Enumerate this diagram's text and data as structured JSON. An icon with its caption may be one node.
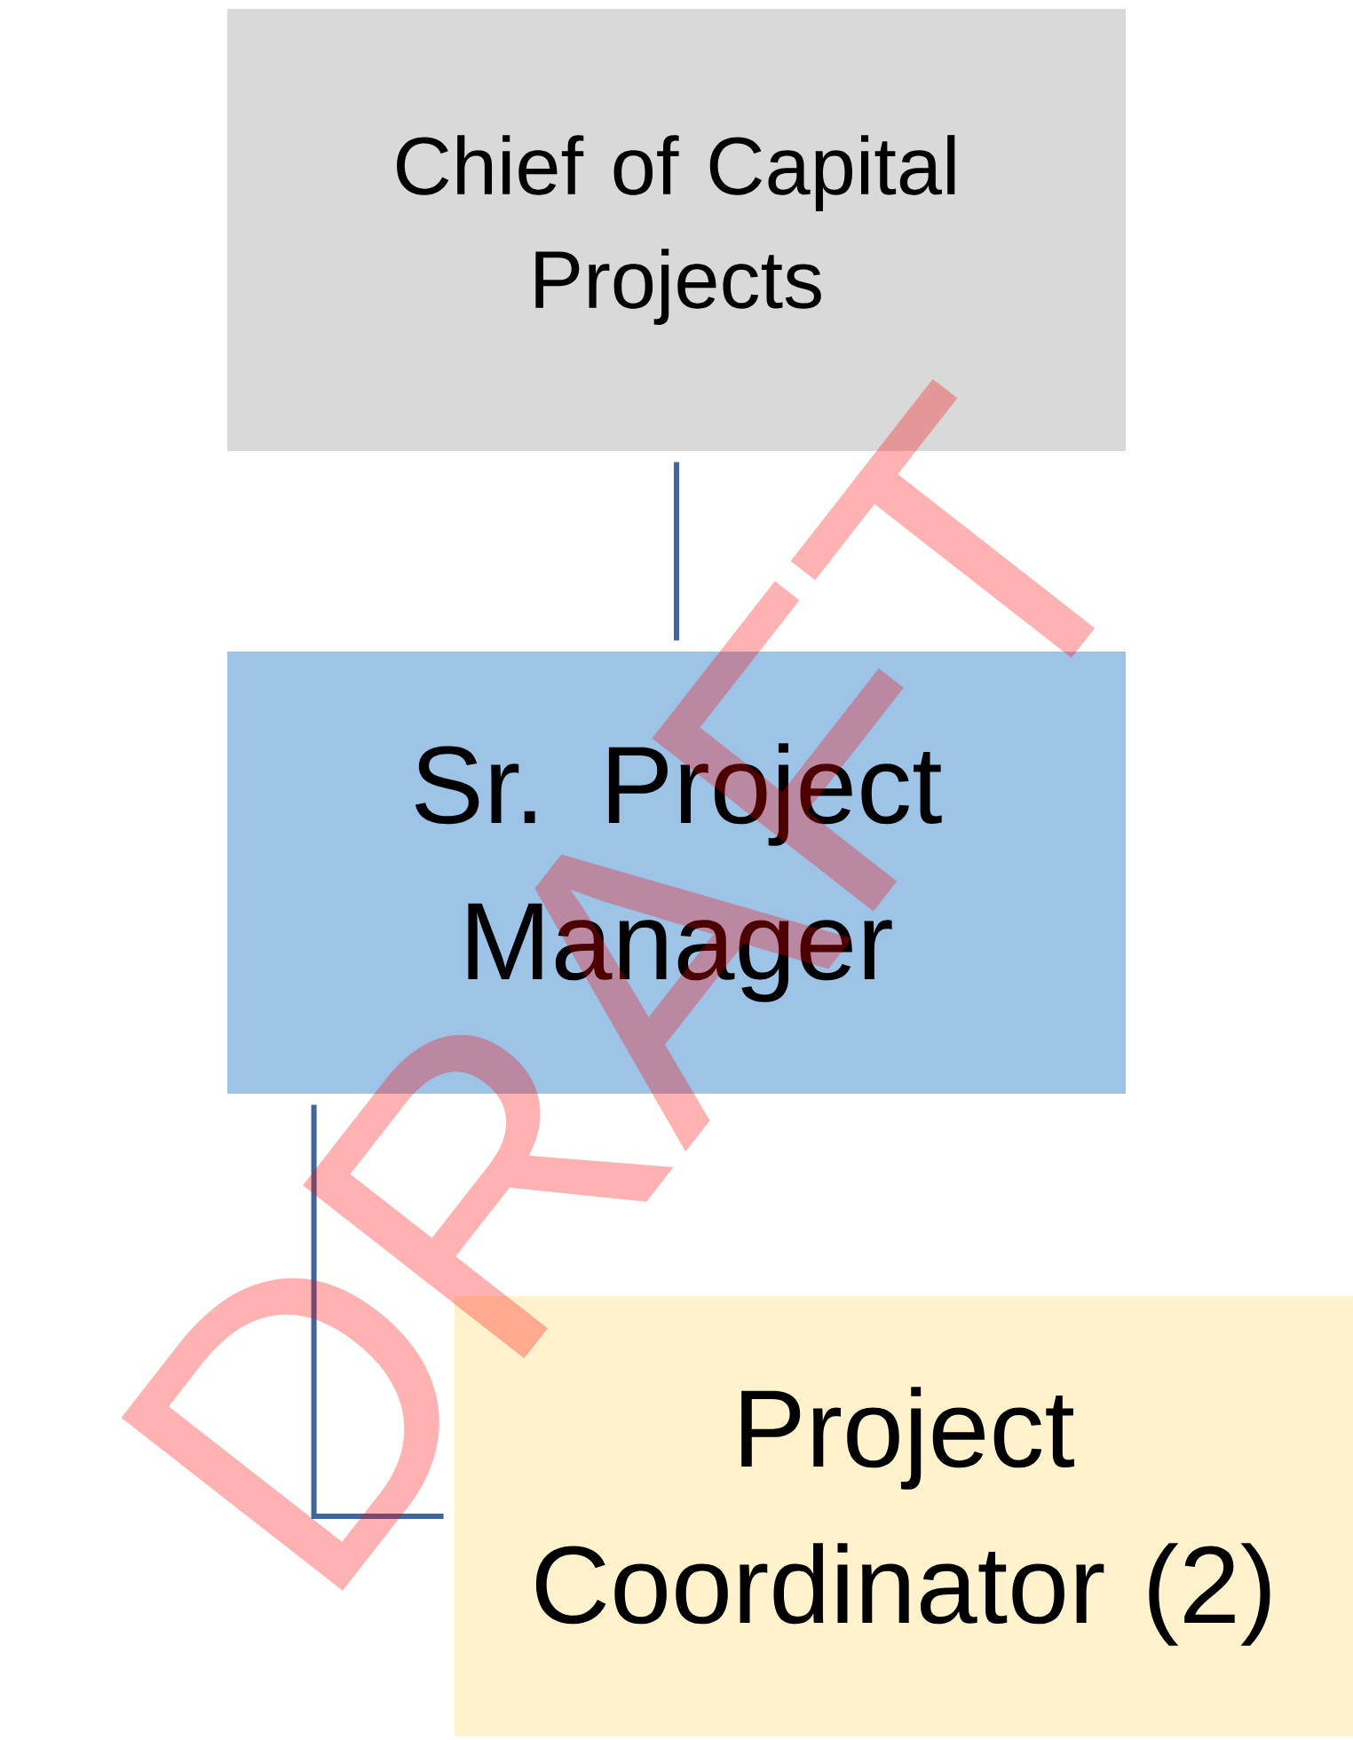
{
  "diagram": {
    "nodes": [
      {
        "text": [
          "Chief of Capital Projects"
        ]
      },
      {
        "text": [
          "Sr. Project Manager"
        ]
      },
      {
        "text": [
          "Project Coordinator (2)"
        ]
      }
    ],
    "edges": [
      {
        "from": 0,
        "to": 1,
        "arrow": "none"
      },
      {
        "from": 1,
        "to": 2,
        "arrow": "none"
      }
    ],
    "labels": [
      "DRAFT"
    ]
  }
}
